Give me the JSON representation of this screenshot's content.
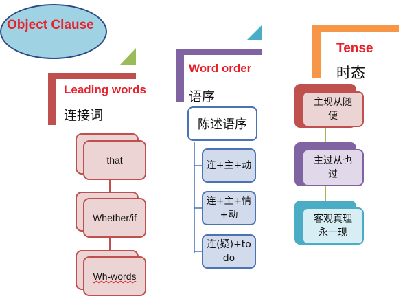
{
  "title": "Object Clause",
  "columns": {
    "leading": {
      "heading_en": "Leading words",
      "heading_cn": "连接词",
      "items": [
        "that",
        "Whether/if",
        "Wh-words"
      ]
    },
    "order": {
      "heading_en": "Word order",
      "heading_cn": "语序",
      "root": "陈述语序",
      "items": [
        {
          "line1": "连+主+动",
          "line2": ""
        },
        {
          "line1": "连+主+情",
          "line2": "+动"
        },
        {
          "line1": "连(疑)+to",
          "line2": "do"
        }
      ]
    },
    "tense": {
      "heading_en": "Tense",
      "heading_cn": "时态",
      "items": [
        {
          "line1": "主现从随",
          "line2": "便"
        },
        {
          "line1": "主过从也",
          "line2": "过"
        },
        {
          "line1": "客观真理",
          "line2": "永一现"
        }
      ]
    }
  },
  "colors": {
    "red": "#c0504d",
    "title_red": "#e8202a",
    "purple": "#8064a2",
    "orange": "#f79646",
    "green": "#9bbb59",
    "teal": "#4bacc6",
    "blue": "#4a73b5"
  }
}
